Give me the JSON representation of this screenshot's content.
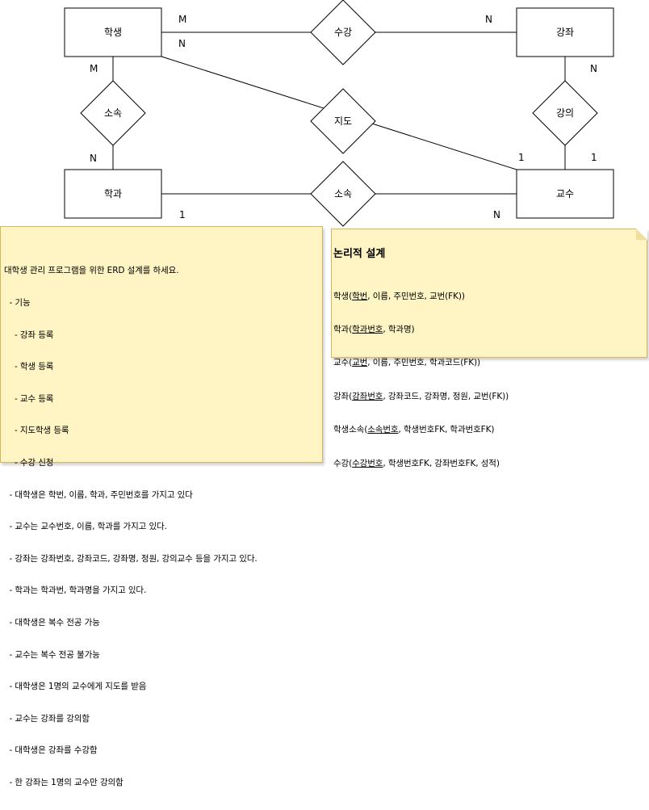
{
  "entities": {
    "student": "학생",
    "course": "강좌",
    "department": "학과",
    "professor": "교수"
  },
  "relationships": {
    "enroll": "수강",
    "belong_student": "소속",
    "advise": "지도",
    "lecture": "강의",
    "belong_professor": "소속"
  },
  "cardinalities": {
    "student_enroll": "M",
    "course_enroll": "N",
    "student_advise": "N",
    "student_belong": "M",
    "department_belong": "N",
    "course_lecture": "N",
    "professor_advise": "1",
    "professor_lecture": "1",
    "department_belong2": "1",
    "professor_belong": "N"
  },
  "requirements": [
    "대학생 관리 프로그램을 위한 ERD 설계를 하세요.",
    "  - 기능",
    "    - 강좌 등록",
    "    - 학생 등록",
    "    - 교수 등록",
    "    - 지도학생 등록",
    "    - 수강 신청",
    "  - 대학생은 학번, 이름, 학과, 주민번호를 가지고 있다",
    "  - 교수는 교수번호, 이름, 학과를 가지고 있다.",
    "  - 강좌는 강좌번호, 강좌코드, 강좌명, 정원, 강의교수 등을 가지고 있다.",
    "  - 학과는 학과번, 학과명을 가지고 있다.",
    "  - 대학생은 복수 전공 가능",
    "  - 교수는 복수 전공 불가능",
    "  - 대학생은 1명의 교수에게 지도를 받음",
    "  - 교수는 강좌를 강의함",
    "  - 대학생은 강좌를 수강함",
    "  - 한 강좌는 1명의 교수만 강의함"
  ],
  "logical": {
    "title": "논리적 설계",
    "rows": [
      {
        "name": "학생(",
        "pk": "학번",
        "rest": ", 이름, 주민번호, 교번(FK))"
      },
      {
        "name": "학과(",
        "pk": "학과번호",
        "rest": ", 학과명)"
      },
      {
        "name": "교수(",
        "pk": "교번",
        "rest": ", 이름, 주민번호, 학과코드(FK))"
      },
      {
        "name": "강좌(",
        "pk": "강좌번호",
        "rest": ", 강좌코드, 강좌명, 정원, 교번(FK))"
      },
      {
        "name": "학생소속(",
        "pk": "소속번호",
        "rest": ", 학생번호FK, 학과번호FK)"
      },
      {
        "name": "수강(",
        "pk": "수강번호",
        "rest": ", 학생번호FK, 강좌번호FK, 성적)"
      }
    ]
  }
}
